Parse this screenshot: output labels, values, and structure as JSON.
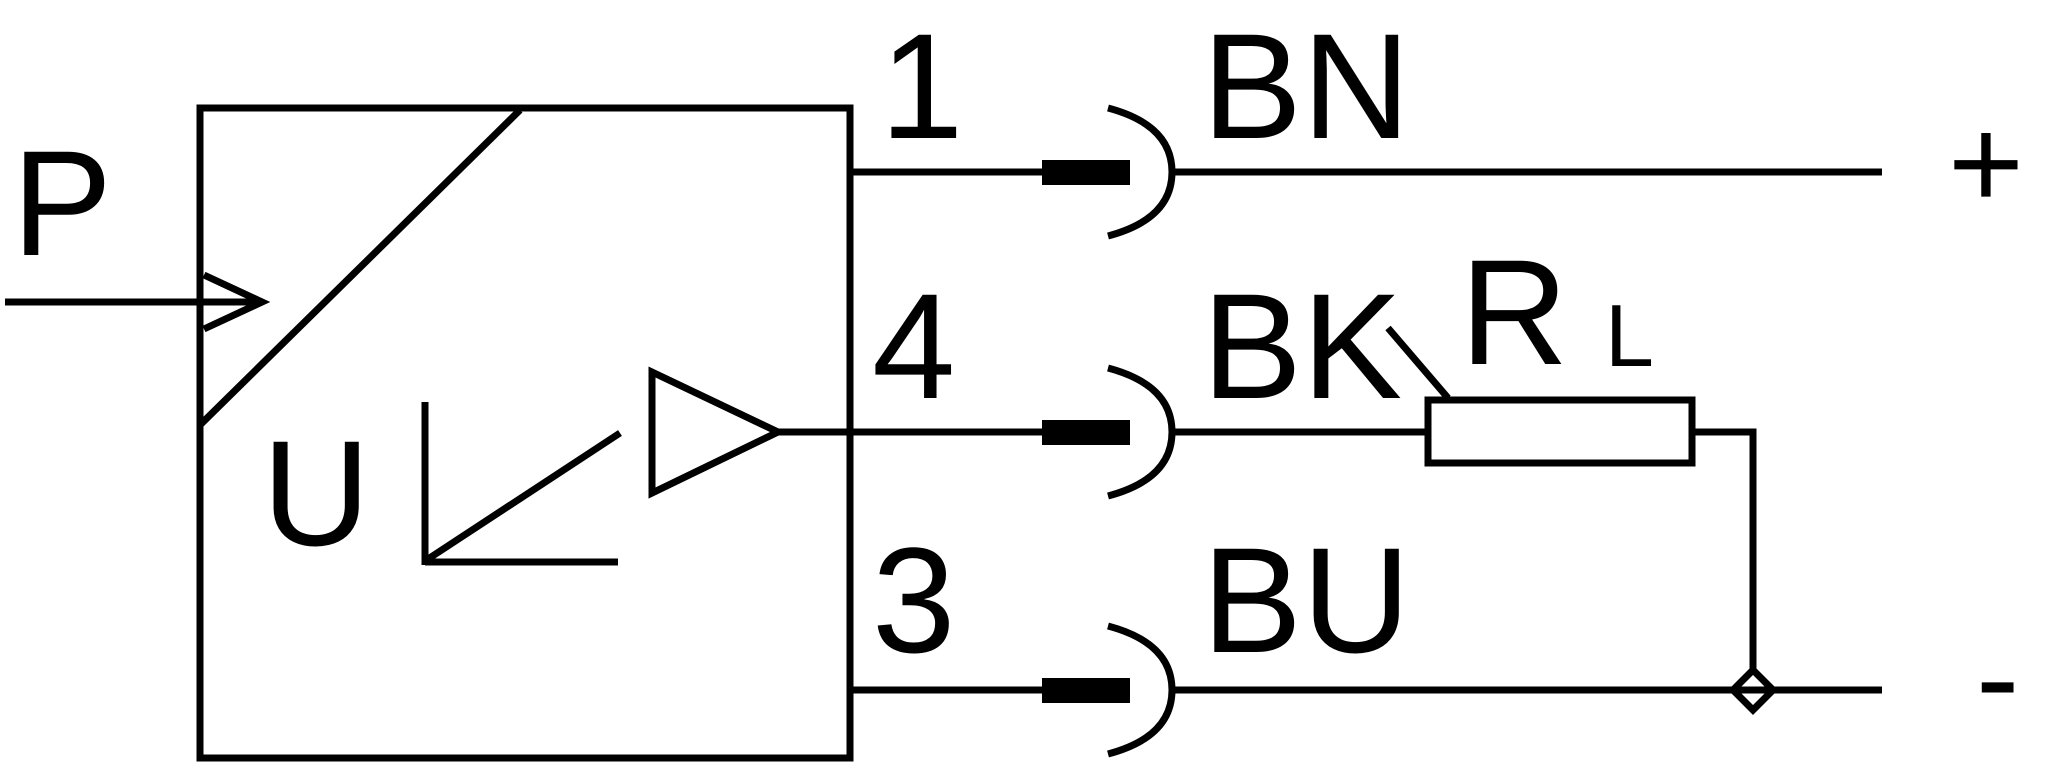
{
  "labels": {
    "input": "P",
    "output_symbol": "U",
    "pins": [
      "1",
      "4",
      "3"
    ],
    "wires": [
      "BN",
      "BK",
      "BU"
    ],
    "resistor": "R",
    "resistor_subscript": "L",
    "supply_positive": "+",
    "supply_negative": "-"
  },
  "colors": {
    "line": "#000000",
    "background": "#ffffff"
  }
}
